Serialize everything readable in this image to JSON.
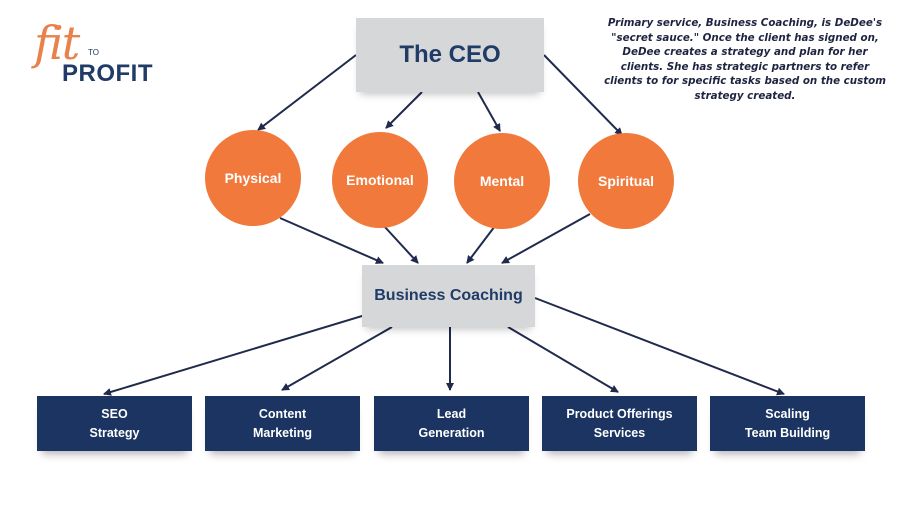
{
  "logo": {
    "script": "fit",
    "small": "TO",
    "word": "PROFIT"
  },
  "note": "Primary service, Business Coaching, is DeDee's \"secret sauce.\"  Once the client has signed on, DeDee creates a strategy and plan for her clients.  She has strategic partners to refer clients to for specific tasks based on the custom strategy created.",
  "top_node": "The CEO",
  "pillars": [
    "Physical",
    "Emotional",
    "Mental",
    "Spiritual"
  ],
  "hub_node": "Business Coaching",
  "services": [
    {
      "line1": "SEO",
      "line2": "Strategy"
    },
    {
      "line1": "Content",
      "line2": "Marketing"
    },
    {
      "line1": "Lead",
      "line2": "Generation"
    },
    {
      "line1": "Product Offerings",
      "line2": "Services"
    },
    {
      "line1": "Scaling",
      "line2": "Team Building"
    }
  ],
  "colors": {
    "navy": "#1b3461",
    "orange": "#f0793b",
    "gray": "#d6d7d9",
    "arrow": "#1f2a4d"
  }
}
